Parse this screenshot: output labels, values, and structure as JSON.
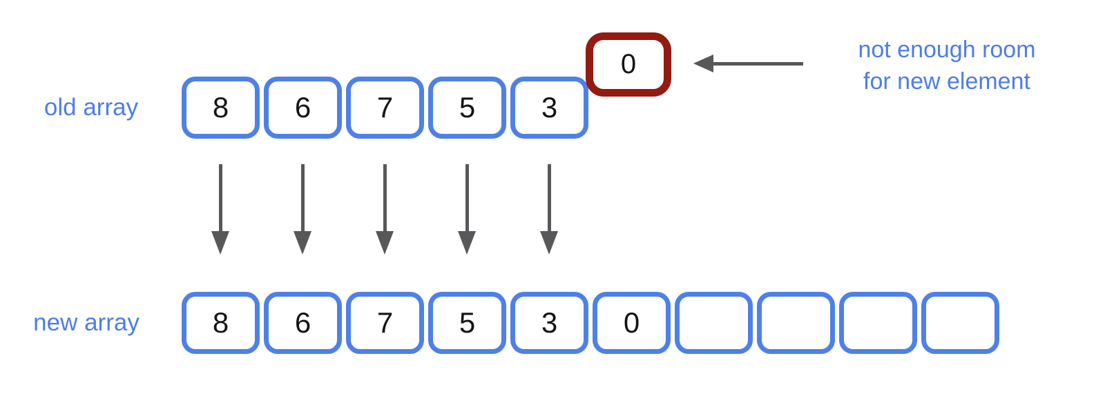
{
  "labels": {
    "old_array": "old array",
    "new_array": "new array"
  },
  "old_array": {
    "cells": [
      "8",
      "6",
      "7",
      "5",
      "3"
    ]
  },
  "new_array": {
    "cells": [
      "8",
      "6",
      "7",
      "5",
      "3",
      "0",
      "",
      "",
      "",
      ""
    ]
  },
  "overflow_box": {
    "value": "0"
  },
  "annotation": {
    "line1": "not enough room",
    "line2": "for new element"
  },
  "copy_arrows": {
    "count": 5
  },
  "colors": {
    "blue_text": "#4d7de8",
    "blue_border": "#4e80e8",
    "red_border": "#931b12",
    "arrow_gray": "#58585a"
  }
}
